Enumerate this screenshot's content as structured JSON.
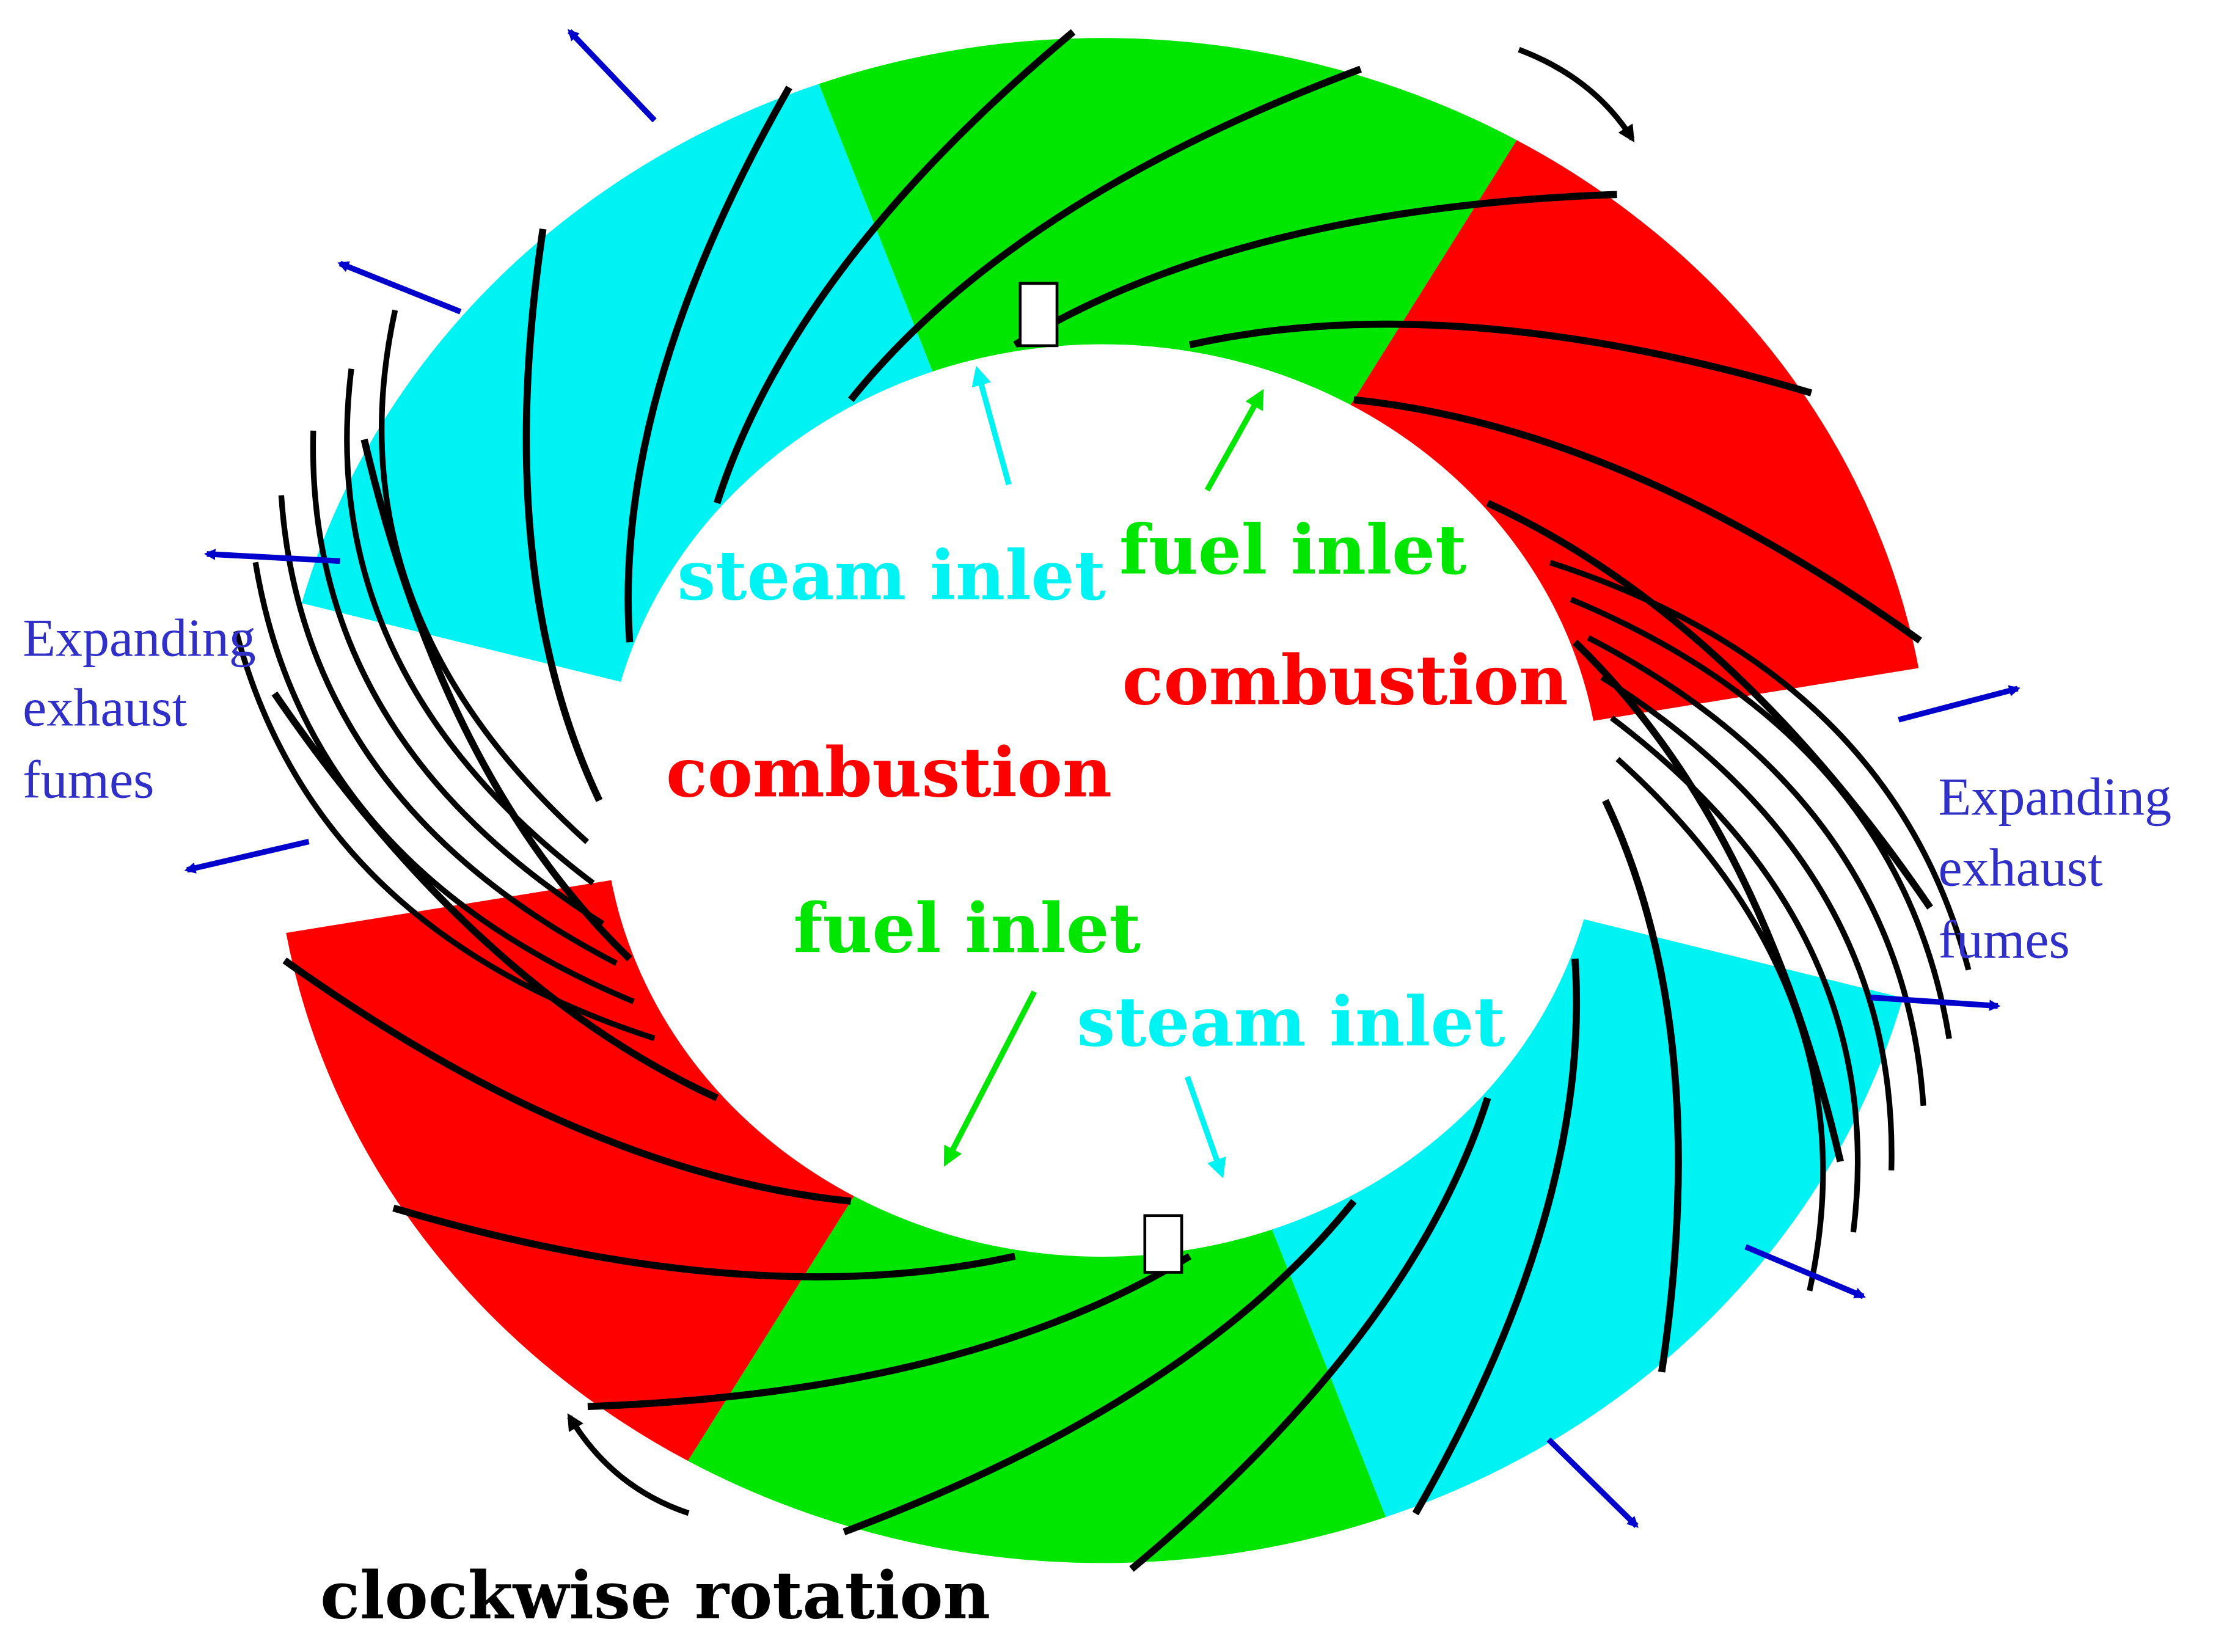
{
  "colors": {
    "steam": "#00f3f3",
    "fuel": "#00e600",
    "combustion": "#ff0000",
    "exhaust": "#3030c8",
    "arrow_blue": "#0000cc",
    "rotation": "#000000",
    "channel": "#000000",
    "background": "#ffffff"
  },
  "labels": {
    "steam_inlet_upper": "steam inlet",
    "fuel_inlet_upper": "fuel inlet",
    "combustion_right": "combustion",
    "combustion_left": "combustion",
    "fuel_inlet_lower": "fuel inlet",
    "steam_inlet_lower": "steam inlet",
    "exhaust_left": [
      "Expanding",
      "exhaust",
      "fumes"
    ],
    "exhaust_right": [
      "Expanding",
      "exhaust",
      "fumes"
    ],
    "rotation": "clockwise rotation"
  },
  "rotor": {
    "channel_count": 18,
    "outlet_count": 6
  }
}
